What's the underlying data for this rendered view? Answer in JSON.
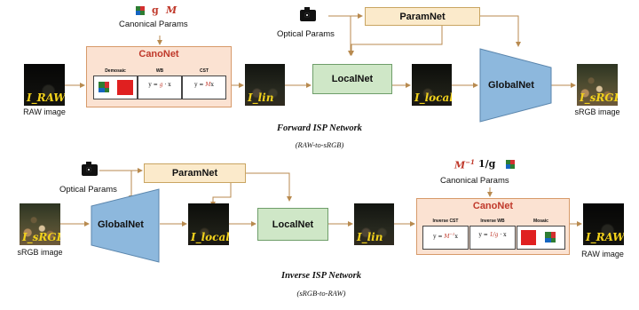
{
  "forward": {
    "canonical_header_sym_g": "g",
    "canonical_header_sym_m": "M",
    "canonical_label": "Canonical Params",
    "optical_label": "Optical Params",
    "paramnet": "ParamNet",
    "canonet": "CanoNet",
    "cell1_title": "Demosaic",
    "cell2_title": "WB",
    "cell2_formula_a": "y = ",
    "cell2_formula_b": "g",
    "cell2_formula_c": " · x",
    "cell3_title": "CST",
    "cell3_formula_a": "y = ",
    "cell3_formula_b": "M",
    "cell3_formula_c": "x",
    "localnet": "LocalNet",
    "globalnet": "GlobalNet",
    "raw_sym": "I_RAW",
    "raw_caption": "RAW image",
    "lin_sym": "I_lin",
    "local_sym": "I_local",
    "srgb_sym": "I_sRGB",
    "srgb_caption": "sRGB image",
    "title": "Forward ISP Network",
    "subtitle": "(RAW-to-sRGB)"
  },
  "inverse": {
    "canonical_header_sym_m": "M",
    "canonical_header_sym_m_exp": "−1",
    "canonical_header_sym_g": "1/g",
    "canonical_label": "Canonical Params",
    "optical_label": "Optical Params",
    "paramnet": "ParamNet",
    "canonet": "CanoNet",
    "cell1_title": "Inverse CST",
    "cell1_formula_a": "y = ",
    "cell1_formula_b": "M",
    "cell1_formula_exp": "−1",
    "cell1_formula_c": "x",
    "cell2_title": "Inverse WB",
    "cell2_formula_a": "y = ",
    "cell2_formula_b": "1/g",
    "cell2_formula_c": " · x",
    "cell3_title": "Mosaic",
    "localnet": "LocalNet",
    "globalnet": "GlobalNet",
    "srgb_sym": "I_sRGB",
    "srgb_caption": "sRGB image",
    "local_sym": "I_local",
    "lin_sym": "I_lin",
    "raw_sym": "I_RAW",
    "raw_caption": "RAW image",
    "title": "Inverse ISP Network",
    "subtitle": "(sRGB-to-RAW)"
  },
  "colors": {
    "net_green": "#cfe7c7",
    "param_yellow": "#fbeacb",
    "cano_pink": "#fbe2d2",
    "global_blue": "#8db8dd",
    "accent_red": "#c0392b",
    "arrow": "#c49a5a"
  }
}
